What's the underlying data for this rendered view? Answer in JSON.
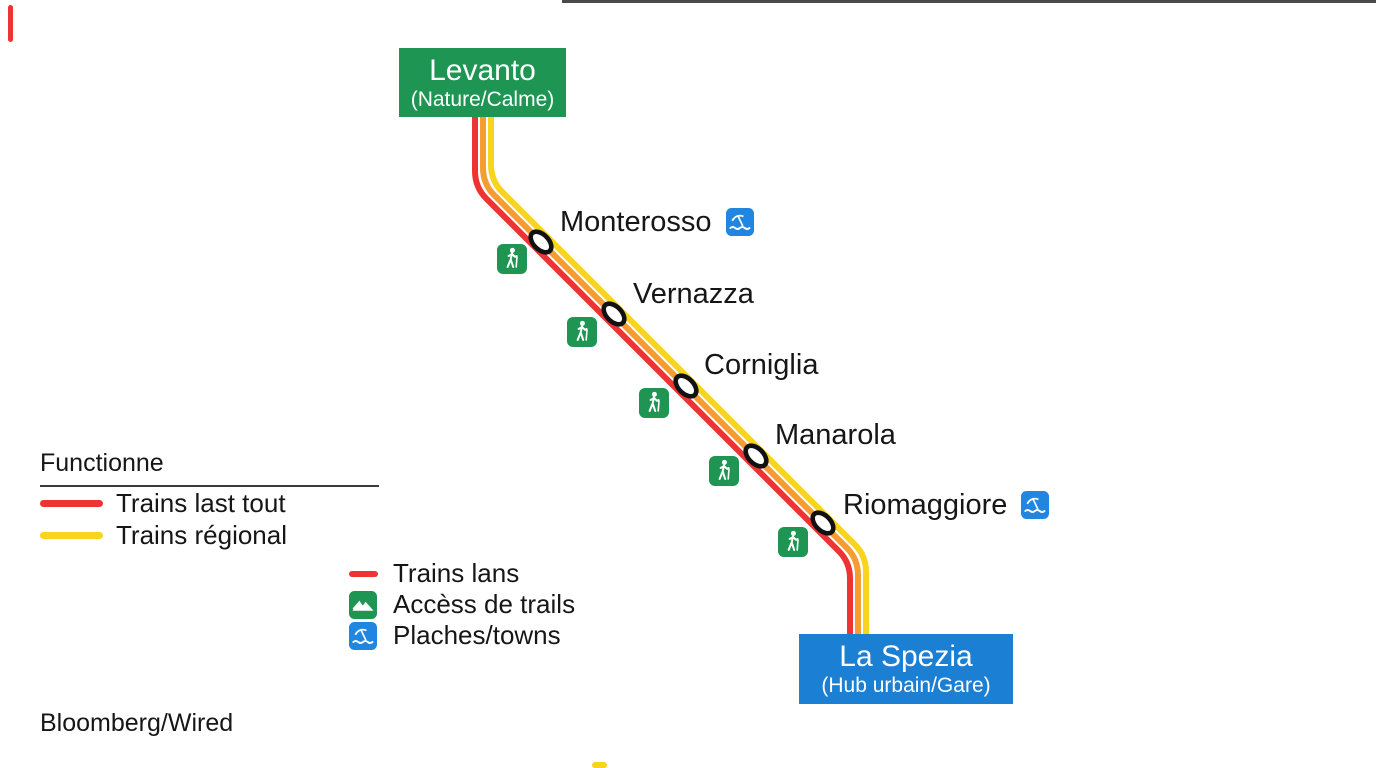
{
  "map": {
    "terminals": [
      {
        "title": "Levanto",
        "subtitle": "(Nature/Calme)"
      },
      {
        "title": "La Spezia",
        "subtitle": "(Hub urbain/Gare)"
      }
    ],
    "stations": [
      {
        "name": "Monterosso",
        "has_beach": true,
        "has_trail": true
      },
      {
        "name": "Vernazza",
        "has_beach": false,
        "has_trail": true
      },
      {
        "name": "Corniglia",
        "has_beach": false,
        "has_trail": true
      },
      {
        "name": "Manarola",
        "has_beach": false,
        "has_trail": true
      },
      {
        "name": "Riomaggiore",
        "has_beach": true,
        "has_trail": true
      }
    ]
  },
  "legend_primary": {
    "title": "Functionne",
    "items": [
      {
        "swatch": "red-line",
        "label": "Trains last tout"
      },
      {
        "swatch": "yellow-line",
        "label": "Trains régional"
      }
    ]
  },
  "legend_secondary": {
    "items": [
      {
        "swatch": "red-line",
        "label": "Trains lans"
      },
      {
        "swatch": "mountain-icon",
        "label": "Accèss de trails"
      },
      {
        "swatch": "beach-icon",
        "label": "Plaches/towns"
      }
    ]
  },
  "attribution": "Bloomberg/Wired",
  "colors": {
    "line_red": "#ee3432",
    "line_orange": "#f59d33",
    "line_yellow": "#f8d41c",
    "terminal_green": "#1e9552",
    "terminal_blue": "#1b7fd4",
    "icon_green": "#1e9552",
    "icon_blue": "#2186e0",
    "marker_stroke": "#111111"
  }
}
